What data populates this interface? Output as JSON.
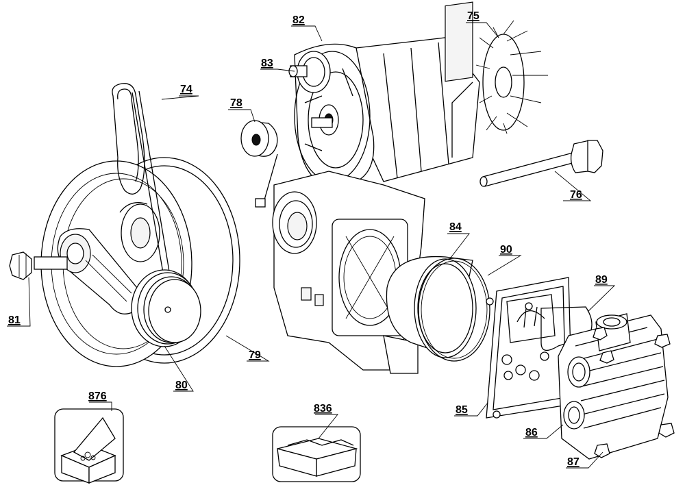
{
  "diagram": {
    "callouts": [
      {
        "id": "74",
        "label": "74"
      },
      {
        "id": "75",
        "label": "75"
      },
      {
        "id": "76",
        "label": "76"
      },
      {
        "id": "78",
        "label": "78"
      },
      {
        "id": "79",
        "label": "79"
      },
      {
        "id": "80",
        "label": "80"
      },
      {
        "id": "81",
        "label": "81"
      },
      {
        "id": "82",
        "label": "82"
      },
      {
        "id": "83",
        "label": "83"
      },
      {
        "id": "84",
        "label": "84"
      },
      {
        "id": "85",
        "label": "85"
      },
      {
        "id": "86",
        "label": "86"
      },
      {
        "id": "87",
        "label": "87"
      },
      {
        "id": "89",
        "label": "89"
      },
      {
        "id": "90",
        "label": "90"
      },
      {
        "id": "836",
        "label": "836"
      },
      {
        "id": "876",
        "label": "876"
      }
    ],
    "kit_icons": [
      {
        "id": "876",
        "name": "hardware-box-icon"
      },
      {
        "id": "836",
        "name": "toolbox-icon"
      }
    ]
  }
}
